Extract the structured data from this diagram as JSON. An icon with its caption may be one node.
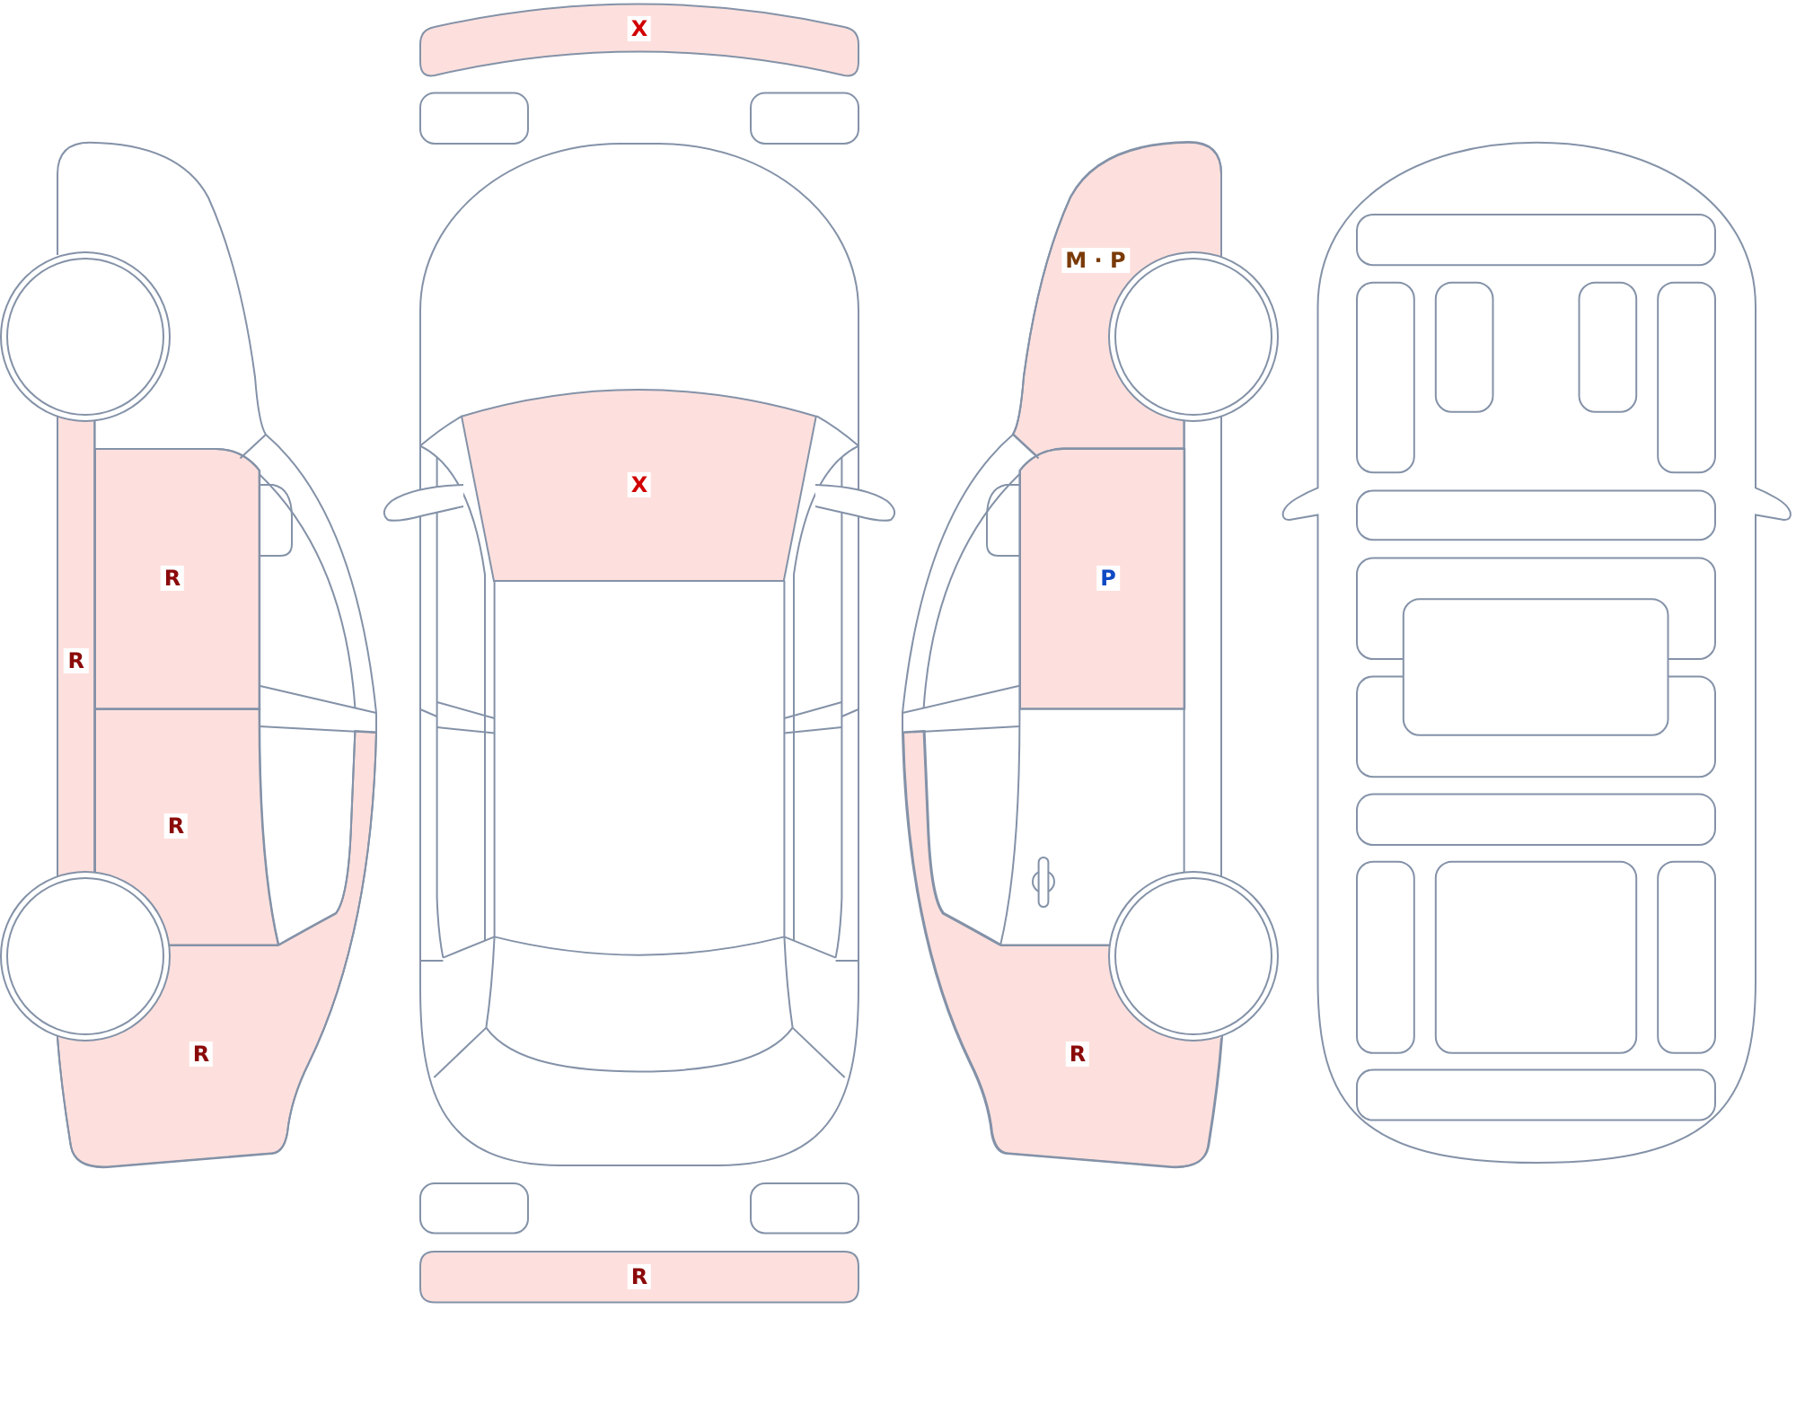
{
  "diagram": {
    "nodes": [
      {
        "text": [
          "R"
        ]
      },
      {
        "text": [
          "R"
        ]
      },
      {
        "text": [
          "R"
        ]
      },
      {
        "text": [
          "R"
        ]
      },
      {
        "text": [
          "X"
        ]
      },
      {
        "text": [
          "X"
        ]
      },
      {
        "text": [
          "R"
        ]
      },
      {
        "text": [
          "M · P"
        ]
      },
      {
        "text": [
          "P"
        ]
      },
      {
        "text": [
          "R"
        ]
      }
    ]
  }
}
